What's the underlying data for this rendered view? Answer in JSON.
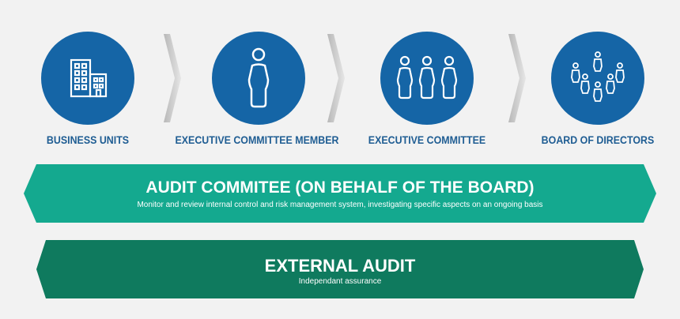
{
  "flow": {
    "nodes": [
      {
        "label": "BUSINESS UNITS",
        "icon": "buildings-icon"
      },
      {
        "label": "EXECUTIVE COMMITTEE MEMBER",
        "icon": "person-icon"
      },
      {
        "label": "EXECUTIVE  COMMITTEE",
        "icon": "group-of-three-icon"
      },
      {
        "label": "BOARD OF DIRECTORS",
        "icon": "board-people-icon"
      }
    ]
  },
  "audit_committee": {
    "title": "AUDIT COMMITEE (ON BEHALF OF THE BOARD)",
    "description": "Monitor and review internal control and risk management system, investigating specific aspects on an ongoing basis"
  },
  "external_audit": {
    "title": "EXTERNAL AUDIT",
    "description": "Independant assurance"
  },
  "colors": {
    "circle": "#1565a6",
    "label_text": "#1f5d93",
    "audit_committee_band": "#14a98f",
    "external_audit_band": "#0f7a5e",
    "chevron": "#c8c8c8",
    "background": "#f2f2f2"
  }
}
